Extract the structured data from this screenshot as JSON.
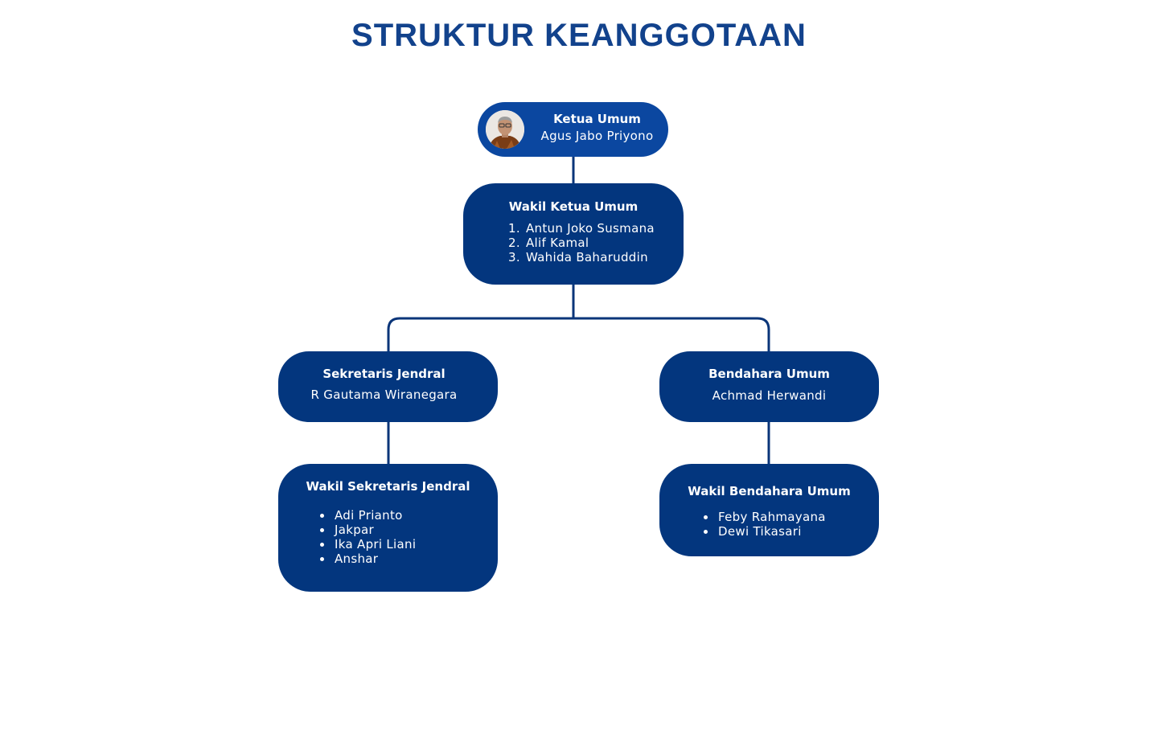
{
  "title": "STRUKTUR KEANGGOTAAN",
  "colors": {
    "title": "#12428c",
    "node": "#03367e",
    "top_node": "#0b47a0",
    "connector": "#0a3579"
  },
  "ketua_umum": {
    "role": "Ketua Umum",
    "name": "Agus Jabo Priyono"
  },
  "wakil_ketua_umum": {
    "role": "Wakil Ketua Umum",
    "members": [
      "Antun Joko Susmana",
      "Alif Kamal",
      "Wahida Baharuddin"
    ]
  },
  "sekretaris_jendral": {
    "role": "Sekretaris Jendral",
    "name": "R Gautama Wiranegara"
  },
  "bendahara_umum": {
    "role": "Bendahara Umum",
    "name": "Achmad Herwandi"
  },
  "wakil_sekretaris_jendral": {
    "role": "Wakil Sekretaris Jendral",
    "members": [
      "Adi Prianto",
      "Jakpar",
      "Ika Apri Liani",
      "Anshar"
    ]
  },
  "wakil_bendahara_umum": {
    "role": "Wakil Bendahara Umum",
    "members": [
      "Feby Rahmayana",
      "Dewi Tikasari"
    ]
  }
}
